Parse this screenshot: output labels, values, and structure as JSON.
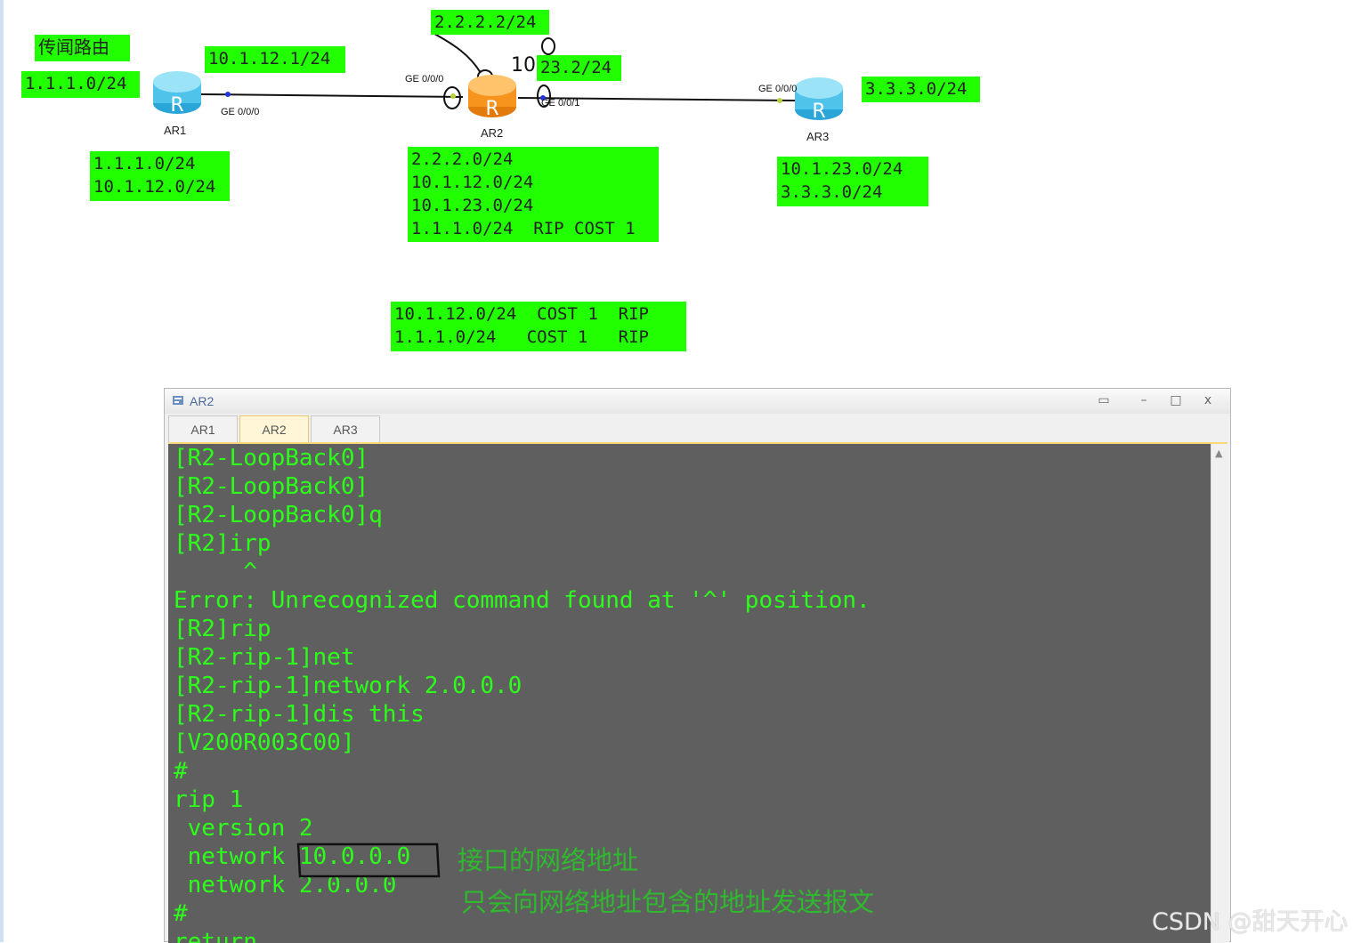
{
  "notes": {
    "title": "传闻路由",
    "ar1_loop": "1.1.1.0/24",
    "ar1_link": "10.1.12.1/24",
    "ar2_loop": "2.2.2.2/24",
    "ar2_link": "23.2/24",
    "ar3_loop": "3.3.3.0/24",
    "ar1_table": "1.1.1.0/24\n10.1.12.0/24",
    "ar2_table": "2.2.2.0/24\n10.1.12.0/24\n10.1.23.0/24\n1.1.1.0/24  RIP COST 1",
    "ar3_table": "10.1.23.0/24\n3.3.3.0/24",
    "rip_table": "10.1.12.0/24  COST 1  RIP\n1.1.1.0/24   COST 1   RIP"
  },
  "topology": {
    "routers": [
      "AR1",
      "AR2",
      "AR3"
    ],
    "ports": {
      "ar1_g000": "GE 0/0/0",
      "ar2_g000": "GE 0/0/0",
      "ar2_g001": "GE 0/0/1",
      "ar3_g000": "GE 0/0/0"
    },
    "router_colors": {
      "blue": "#4fc3ea",
      "orange": "#f7941d"
    },
    "handwriting": [
      "0",
      "10",
      "0",
      "0",
      "0"
    ]
  },
  "window": {
    "title": "AR2",
    "tabs": [
      "AR1",
      "AR2",
      "AR3"
    ],
    "active_tab": "AR2",
    "buttons": {
      "restore": "▭",
      "minimize": "–",
      "maximize": "□",
      "close": "x"
    }
  },
  "console": {
    "lines": [
      "[R2-LoopBack0]",
      "[R2-LoopBack0]",
      "[R2-LoopBack0]q",
      "[R2]irp",
      "     ^",
      "Error: Unrecognized command found at '^' position.",
      "[R2]rip",
      "[R2-rip-1]net",
      "[R2-rip-1]network 2.0.0.0",
      "[R2-rip-1]dis this",
      "[V200R003C00]",
      "#",
      "rip 1",
      " version 2",
      " network 10.0.0.0",
      " network 2.0.0.0",
      "#",
      "return"
    ],
    "text_color": "#2cff1a",
    "background": "#5f5f5f"
  },
  "annotations": {
    "interface_address": "接口的网络地址",
    "send_only": "只会向网络地址包含的地址发送报文"
  },
  "watermark": "CSDN @甜天开心"
}
